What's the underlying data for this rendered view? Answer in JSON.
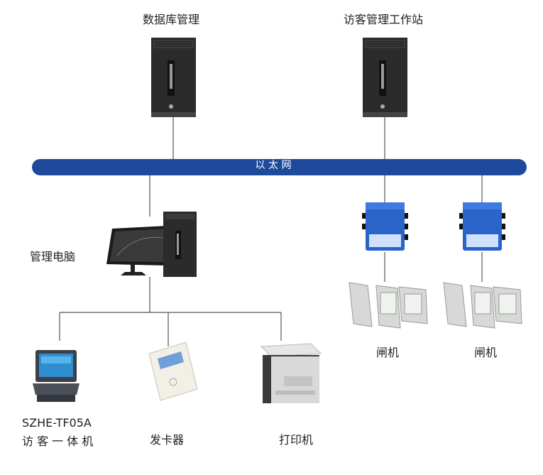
{
  "nodes": {
    "db_server": {
      "label": "数据库管理"
    },
    "visitor_station": {
      "label": "访客管理工作站"
    },
    "ethernet": {
      "label": "以   太   网"
    },
    "mgmt_pc": {
      "label": "管理电脑"
    },
    "controller_1": {
      "label": ""
    },
    "controller_2": {
      "label": ""
    },
    "gate_1": {
      "label": "闸机"
    },
    "gate_2": {
      "label": "闸机"
    },
    "kiosk": {
      "label_line1": "SZHE-TF05A",
      "label_line2": "访 客 一 体 机"
    },
    "card_issuer": {
      "label": "发卡器"
    },
    "printer": {
      "label": "打印机"
    }
  },
  "colors": {
    "bus": "#1e4a9c",
    "line": "#555555",
    "controller": "#2a64c8"
  }
}
